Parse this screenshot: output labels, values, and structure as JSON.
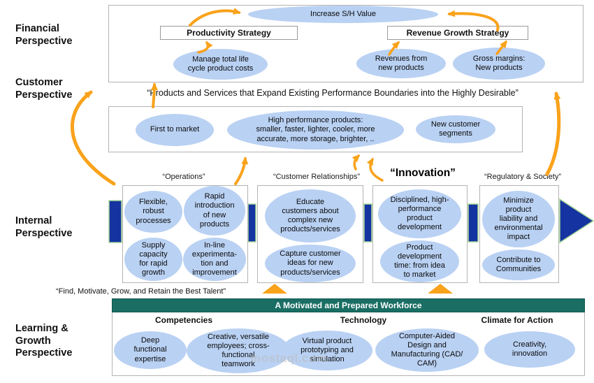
{
  "colors": {
    "accent_orange": "#F9A21B",
    "band_blue": "#1533A1",
    "band_outline_green": "#A5D796",
    "teal_bar": "#1A6E64",
    "bubble_blue": "#B9D1F3"
  },
  "perspectives": {
    "financial": "Financial\nPerspective",
    "customer": "Customer\nPerspective",
    "internal": "Internal\nPerspective",
    "learning": "Learning &\nGrowth\nPerspective"
  },
  "financial": {
    "goal": "Increase S/H Value",
    "productivity_strategy": "Productivity Strategy",
    "revenue_strategy": "Revenue Growth Strategy",
    "manage_costs": "Manage total life\ncycle product costs",
    "revenues_new_products": "Revenues from\nnew products",
    "gross_margins": "Gross margins:\nNew products"
  },
  "customer": {
    "quote": "“Products and Services that Expand Existing Performance Boundaries into the Highly Desirable”",
    "first_to_market": "First to market",
    "high_performance": "High performance products:\nsmaller, faster, lighter, cooler, more\naccurate, more storage, brighter, ..",
    "new_segments": "New customer\nsegments"
  },
  "internal": {
    "groups": [
      {
        "label": "“Operations”",
        "items": [
          "Flexible,\nrobust\nprocesses",
          "Rapid\nintroduction\nof new\nproducts",
          "Supply\ncapacity\nfor rapid\ngrowth",
          "In-line\nexperimenta-\ntion and\nimprovement"
        ]
      },
      {
        "label": "“Customer Relationships”",
        "items": [
          "Educate\ncustomers about\ncomplex new\nproducts/services",
          "Capture customer\nideas for new\nproducts/services"
        ]
      },
      {
        "label": "“Innovation”",
        "items": [
          "Disciplined, high-\nperformance\nproduct\ndevelopment",
          "Product\ndevelopment\ntime: from idea\nto market"
        ]
      },
      {
        "label": "“Regulatory & Society”",
        "items": [
          "Minimize\nproduct\nliability and\nenvironmental\nimpact",
          "Contribute to\nCommunities"
        ]
      }
    ]
  },
  "learning": {
    "talent_quote": "“Find, Motivate, Grow, and Retain the Best Talent”",
    "workforce_bar": "A Motivated and Prepared Workforce",
    "sections": [
      "Competencies",
      "Technology",
      "Climate for Action"
    ],
    "bubbles": [
      "Deep\nfunctional\nexpertise",
      "Creative, versatile\nemployees;  cross-\nfunctional\nteamwork",
      "Virtual product\nprototyping and\nsimulation",
      "Computer-Aided\nDesign and\nManufacturing (CAD/\nCAM)",
      "Creativity,\ninnovation"
    ]
  },
  "watermark": "mostaql.com"
}
